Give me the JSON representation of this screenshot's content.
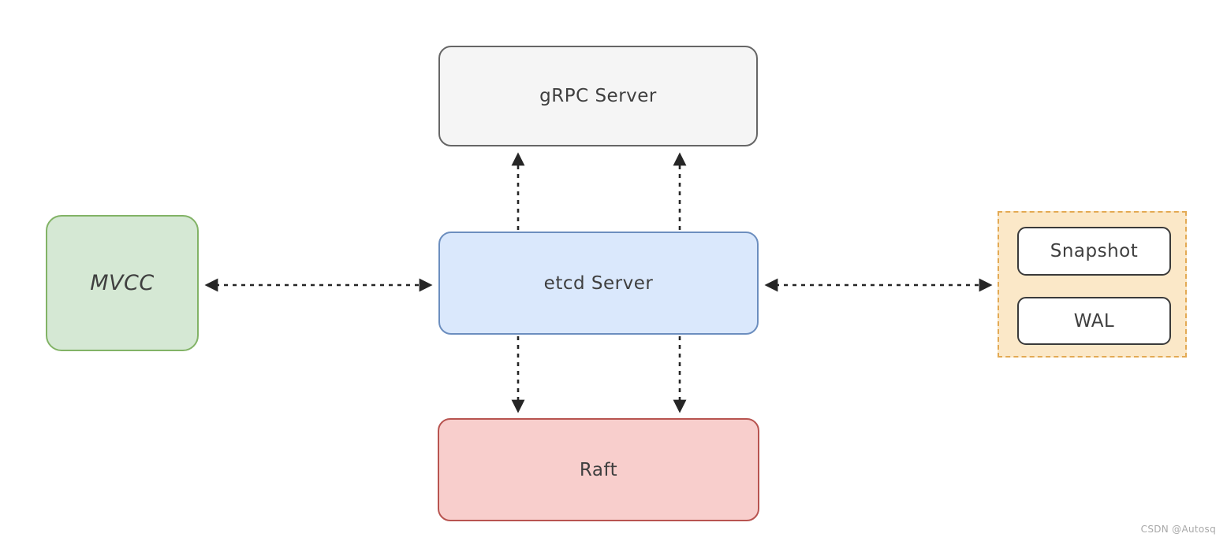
{
  "diagram": {
    "nodes": {
      "grpc_server": {
        "label": "gRPC Server",
        "fill": "#f5f5f5",
        "border": "#666666"
      },
      "etcd_server": {
        "label": "etcd Server",
        "fill": "#dae8fc",
        "border": "#6c8ebf"
      },
      "mvcc": {
        "label": "MVCC",
        "fill": "#d5e8d4",
        "border": "#82b366"
      },
      "raft": {
        "label": "Raft",
        "fill": "#f8cecc",
        "border": "#b85450"
      },
      "storage_group": {
        "fill": "#fbe8c8",
        "border": "#e3aa54",
        "border_style": "dashed"
      },
      "snapshot": {
        "label": "Snapshot",
        "fill": "#ffffff",
        "border": "#3a3a3a"
      },
      "wal": {
        "label": "WAL",
        "fill": "#ffffff",
        "border": "#3a3a3a"
      }
    },
    "edges": [
      {
        "from": "etcd_server",
        "to": "grpc_server",
        "line": "dashed",
        "arrow": "to",
        "lanes": 2
      },
      {
        "from": "etcd_server",
        "to": "raft",
        "line": "dashed",
        "arrow": "to",
        "lanes": 2
      },
      {
        "from": "mvcc",
        "to": "etcd_server",
        "line": "dashed",
        "arrow": "both",
        "lanes": 1
      },
      {
        "from": "etcd_server",
        "to": "storage_group",
        "line": "dashed",
        "arrow": "both",
        "lanes": 1
      }
    ],
    "edge_color": "#262626",
    "watermark": "CSDN @Autosq"
  }
}
